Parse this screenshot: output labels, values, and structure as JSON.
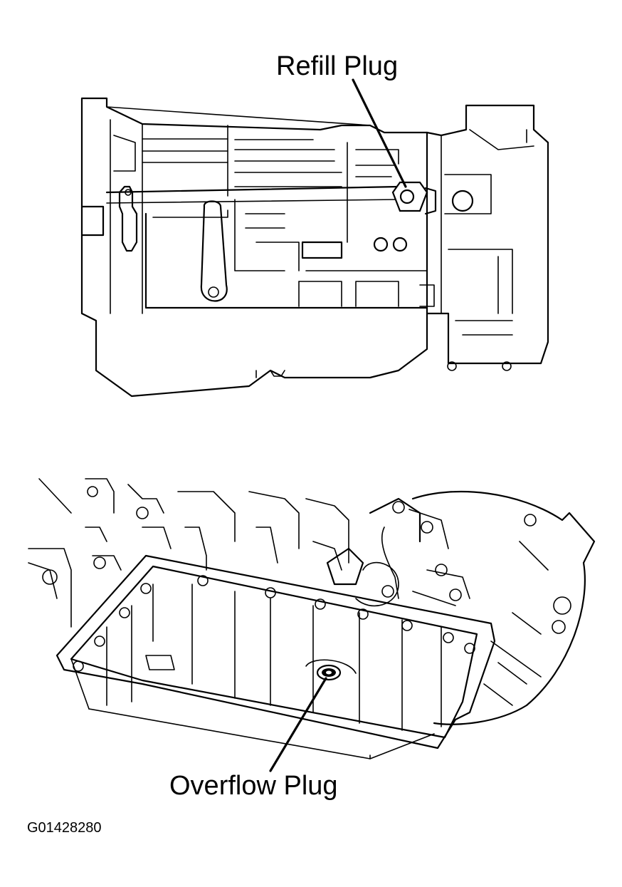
{
  "labels": {
    "refill_plug": "Refill Plug",
    "overflow_plug": "Overflow Plug",
    "figure_code": "G01428280"
  },
  "views": [
    {
      "name": "side-view",
      "callout": "Refill Plug"
    },
    {
      "name": "bottom-view",
      "callout": "Overflow Plug"
    }
  ],
  "colors": {
    "line": "#000000",
    "background": "#ffffff"
  }
}
